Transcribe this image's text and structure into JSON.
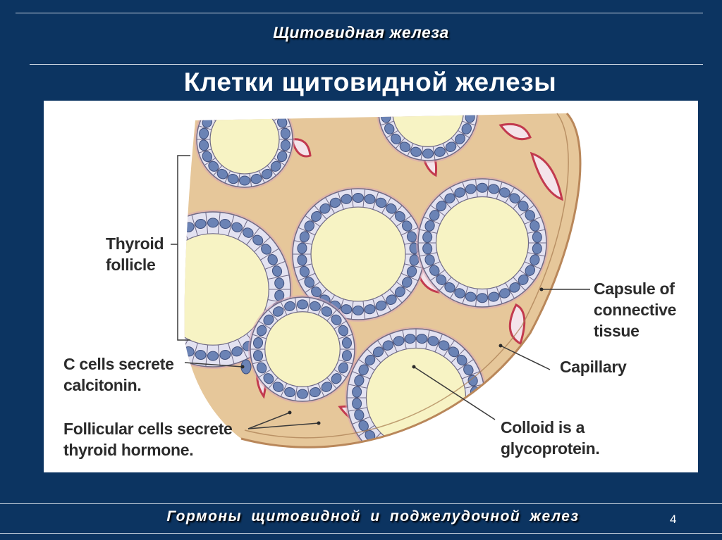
{
  "header": {
    "section_title": "Щитовидная железа"
  },
  "slide": {
    "title": "Клетки щитовидной железы"
  },
  "figure": {
    "labels": {
      "thyroid_follicle": [
        "Thyroid",
        "follicle"
      ],
      "capsule": [
        "Capsule of",
        "connective",
        "tissue"
      ],
      "capillary": [
        "Capillary"
      ],
      "c_cells": [
        "C cells secrete",
        "calcitonin."
      ],
      "follicular_cells": [
        "Follicular cells secrete",
        "thyroid hormone."
      ],
      "colloid": [
        "Colloid is a",
        "glycoprotein."
      ]
    },
    "colors": {
      "colloid": "#f7f3c4",
      "cell": "#e3e2f1",
      "nucleus": "#6b83b5",
      "connective_tissue": "#e6c79a",
      "capillary": "#c23a4e",
      "slide_background": "#0c3461"
    }
  },
  "footer": {
    "title": "Гормоны  щитовидной  и поджелудочной  желез",
    "page_number": "4"
  }
}
